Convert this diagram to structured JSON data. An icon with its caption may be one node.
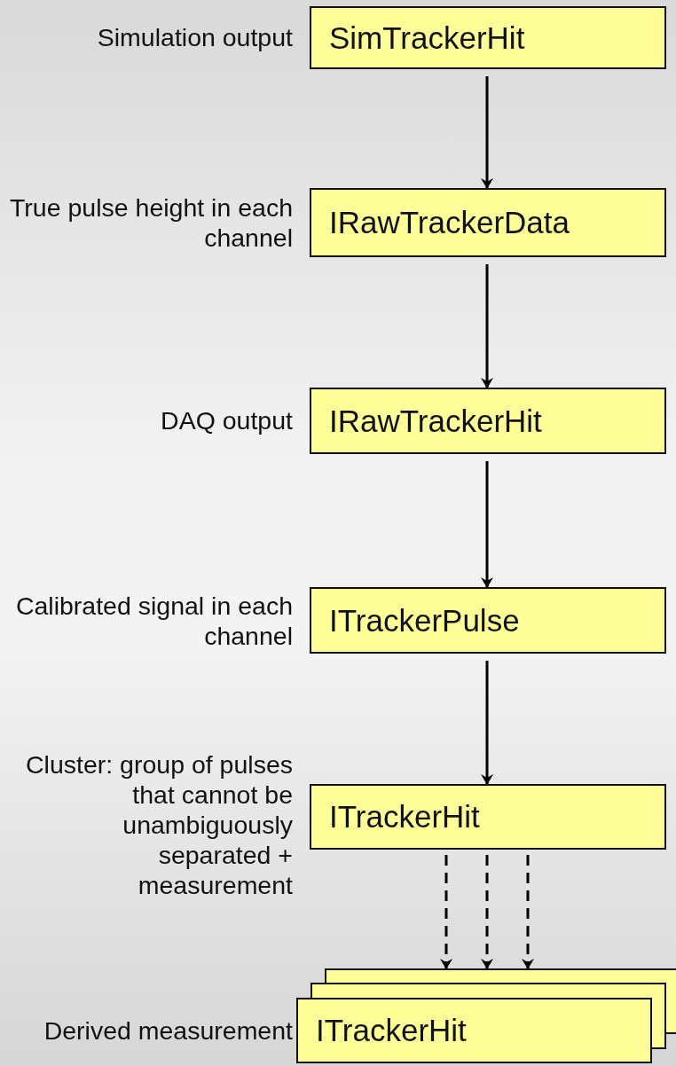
{
  "diagram": {
    "nodes": [
      {
        "text": [
          "SimTrackerHit"
        ],
        "beside": [
          "Simulation output"
        ]
      },
      {
        "text": [
          "IRawTrackerData"
        ],
        "beside": [
          "True pulse height in each channel"
        ]
      },
      {
        "text": [
          "IRawTrackerHit"
        ],
        "beside": [
          "DAQ output"
        ]
      },
      {
        "text": [
          "ITrackerPulse"
        ],
        "beside": [
          "Calibrated signal in each channel"
        ]
      },
      {
        "text": [
          "ITrackerHit"
        ],
        "beside": [
          "Cluster: group of pulses that cannot be unambiguously separated + measurement"
        ]
      },
      {
        "text": [
          "ITrackerHit"
        ],
        "beside": [
          "Derived measurement"
        ]
      }
    ],
    "edges": [
      {
        "from": 0,
        "to": 1,
        "arrow": "to"
      },
      {
        "from": 1,
        "to": 2,
        "arrow": "to"
      },
      {
        "from": 2,
        "to": 3,
        "arrow": "to"
      },
      {
        "from": 3,
        "to": 4,
        "arrow": "to"
      },
      {
        "from": 4,
        "to": 5,
        "arrow": "to",
        "style": "dashed"
      },
      {
        "from": 4,
        "to": 5,
        "arrow": "to",
        "style": "dashed"
      },
      {
        "from": 4,
        "to": 5,
        "arrow": "to",
        "style": "dashed"
      }
    ]
  }
}
